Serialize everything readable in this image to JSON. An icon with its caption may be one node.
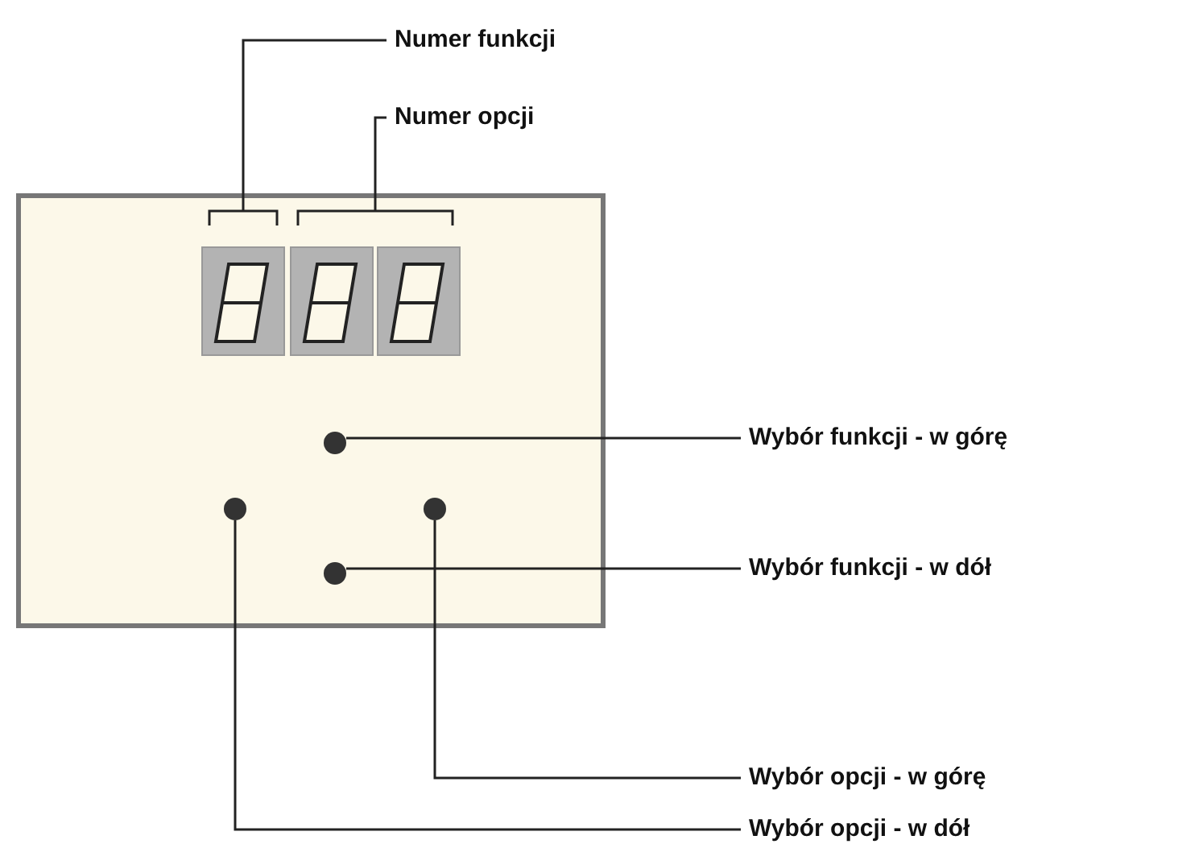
{
  "diagram": {
    "nodes": [
      {
        "text": [
          "Numer funkcji"
        ]
      },
      {
        "text": [
          "Numer opcji"
        ]
      },
      {
        "text": [],
        "shape": "box"
      },
      {
        "text": [],
        "shape": "picture",
        "in": 2
      },
      {
        "text": [],
        "shape": "picture",
        "in": 2
      },
      {
        "text": [],
        "shape": "picture",
        "in": 2
      },
      {
        "text": [],
        "shape": "circle",
        "in": 2
      },
      {
        "text": [],
        "shape": "circle",
        "in": 2
      },
      {
        "text": [],
        "shape": "circle",
        "in": 2
      },
      {
        "text": [],
        "shape": "circle",
        "in": 2
      },
      {
        "text": [
          "Wybór funkcji - w górę"
        ]
      },
      {
        "text": [
          "Wybór funkcji - w dół"
        ]
      },
      {
        "text": [
          "Wybór opcji - w górę"
        ]
      },
      {
        "text": [
          "Wybór opcji - w dół"
        ]
      }
    ],
    "edges": [
      {
        "from": 0,
        "to": 3,
        "arrow": "none"
      },
      {
        "from": 1,
        "to": 4,
        "arrow": "none"
      },
      {
        "from": 1,
        "to": 5,
        "arrow": "none"
      },
      {
        "from": 10,
        "to": 6,
        "arrow": "none"
      },
      {
        "from": 11,
        "to": 9,
        "arrow": "none"
      },
      {
        "from": 12,
        "to": 8,
        "arrow": "none"
      },
      {
        "from": 13,
        "to": 7,
        "arrow": "none"
      }
    ]
  }
}
